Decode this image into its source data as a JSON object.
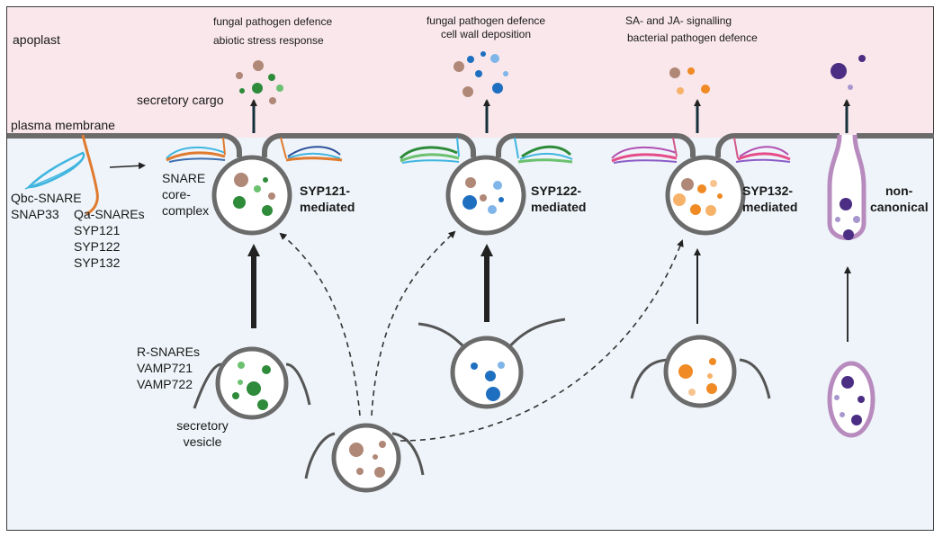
{
  "regions": {
    "apoplast": "apoplast",
    "plasma_membrane": "plasma membrane"
  },
  "functions": {
    "syp121_line1": "fungal pathogen defence",
    "syp121_line2": "abiotic stress response",
    "syp122_line1": "fungal pathogen defence",
    "syp122_line2": "cell wall deposition",
    "syp132_line1": "SA- and JA- signalling",
    "syp132_line2": "bacterial pathogen defence"
  },
  "labels": {
    "secretory_cargo": "secretory cargo",
    "qbc_snare": "Qbc-SNARE",
    "snap33": "SNAP33",
    "qa_snares": "Qa-SNAREs",
    "syp121": "SYP121",
    "syp122": "SYP122",
    "syp132": "SYP132",
    "snare_core_1": "SNARE",
    "snare_core_2": "core-",
    "snare_core_3": "complex",
    "r_snares": "R-SNAREs",
    "vamp721": "VAMP721",
    "vamp722": "VAMP722",
    "secretory_vesicle_1": "secretory",
    "secretory_vesicle_2": "vesicle"
  },
  "pathways": {
    "syp121_1": "SYP121-",
    "syp121_2": "mediated",
    "syp122_1": "SYP122-",
    "syp122_2": "mediated",
    "syp132_1": "SYP132-",
    "syp132_2": "mediated",
    "noncanonical_1": "non-",
    "noncanonical_2": "canonical"
  },
  "colors": {
    "apoplast": "#f9e7ec",
    "cytoplasm": "#eef4f9",
    "membrane": "#6b6b6b",
    "cargo_neutral": "#b08878",
    "syp121_green": "#2e8b3a",
    "syp122_blue": "#1f6fc0",
    "syp132_orange": "#f08a24",
    "noncanonical_purple": "#4b2e83",
    "qa_snare_orange": "#e07a2e",
    "qbc_snare_blue": "#3fb5e0"
  }
}
